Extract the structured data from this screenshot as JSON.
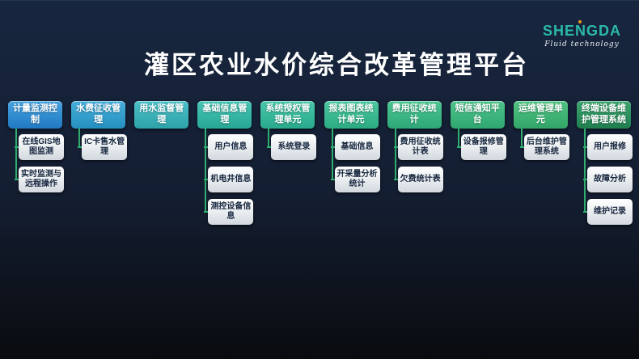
{
  "title": "灌区农业水价综合改革管理平台",
  "logo": {
    "name": "SHENGDA",
    "tagline": "Fluid technology",
    "text_color": "#2bb9a8",
    "dot_color": "#e59a1c"
  },
  "theme": {
    "background_top": "#17263f",
    "background_mid": "#141e31",
    "background_bottom": "#090b0f",
    "connector_color": "#2fae6f",
    "child_text_color": "#16263e",
    "header_text_color": "#ffffff"
  },
  "columns": [
    {
      "header": "计量监测控制",
      "color_top": "#46a3e0",
      "color_bottom": "#2079c2",
      "children": [
        "在线GIS地图监测",
        "实时监测与远程操作"
      ]
    },
    {
      "header": "水费征收管理",
      "color_top": "#45aeda",
      "color_bottom": "#2590c0",
      "children": [
        "IC卡售水管理"
      ]
    },
    {
      "header": "用水监督管理",
      "color_top": "#4cc0c8",
      "color_bottom": "#2da3a8",
      "children": []
    },
    {
      "header": "基础信息管理",
      "color_top": "#46c4b4",
      "color_bottom": "#28a796",
      "children": [
        "用户信息",
        "机电井信息",
        "测控设备信息"
      ]
    },
    {
      "header": "系统授权管理单元",
      "color_top": "#48c7aa",
      "color_bottom": "#2aaa8c",
      "children": [
        "系统登录"
      ]
    },
    {
      "header": "报表图表统计单元",
      "color_top": "#4bc89f",
      "color_bottom": "#2cab82",
      "children": [
        "基础信息",
        "开采量分析统计"
      ]
    },
    {
      "header": "费用征收统计",
      "color_top": "#4cc593",
      "color_bottom": "#2ea878",
      "children": [
        "费用征收统计表",
        "欠费统计表"
      ]
    },
    {
      "header": "短信通知平台",
      "color_top": "#4ec48b",
      "color_bottom": "#30a770",
      "children": [
        "设备报修管理"
      ]
    },
    {
      "header": "运维管理单元",
      "color_top": "#50c381",
      "color_bottom": "#32a668",
      "children": [
        "后台维护管理系统"
      ]
    },
    {
      "header": "终端设备维护管理系统",
      "color_top": "#3da56f",
      "color_bottom": "#1f7e4f",
      "children": [
        "用户报修",
        "故障分析",
        "维护记录"
      ]
    }
  ]
}
